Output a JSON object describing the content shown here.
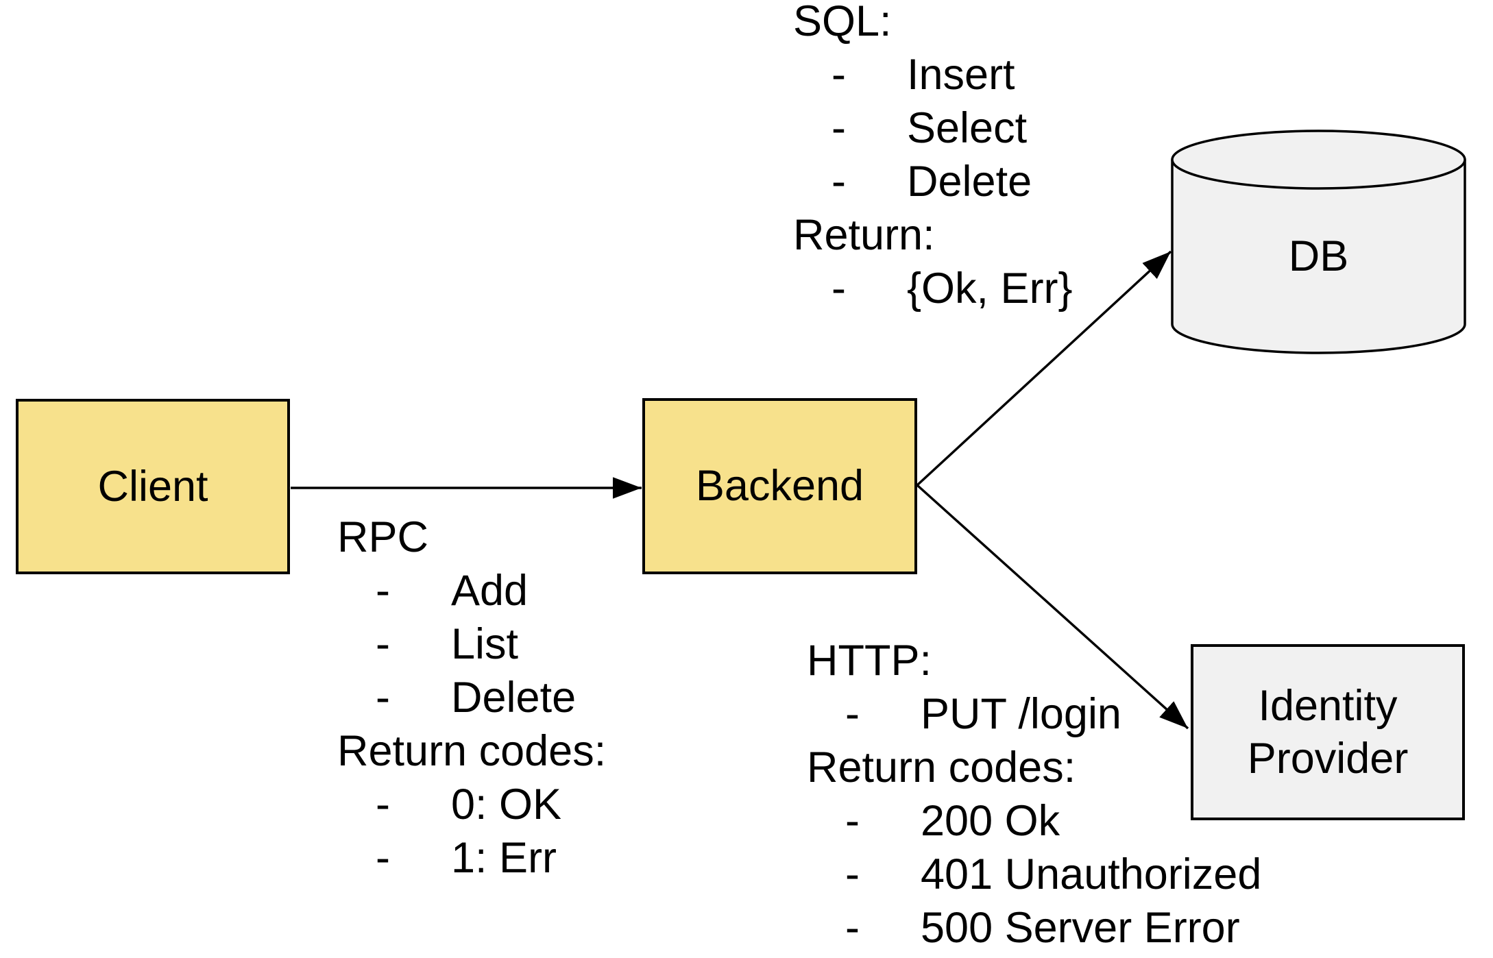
{
  "diagram": {
    "background": "#ffffff",
    "stroke_color": "#000000",
    "text_color": "#000000",
    "bullet_char": "-",
    "nodes": {
      "client": {
        "label": "Client",
        "shape": "rectangle",
        "fill": "#f7e18c"
      },
      "backend": {
        "label": "Backend",
        "shape": "rectangle",
        "fill": "#f7e18c"
      },
      "db": {
        "label": "DB",
        "shape": "cylinder",
        "fill": "#f1f1f1"
      },
      "identity_provider": {
        "label": "Identity Provider",
        "label_lines": {
          "0": "Identity",
          "1": "Provider"
        },
        "shape": "rectangle",
        "fill": "#f1f1f1"
      }
    },
    "edges": [
      {
        "from": "client",
        "to": "backend"
      },
      {
        "from": "backend",
        "to": "db"
      },
      {
        "from": "backend",
        "to": "identity_provider"
      }
    ],
    "annotations": {
      "rpc": {
        "lines": [
          {
            "t": "RPC"
          },
          {
            "t": "Add"
          },
          {
            "t": "List"
          },
          {
            "t": "Delete"
          },
          {
            "t": "Return codes:"
          },
          {
            "t": "0: OK"
          },
          {
            "t": "1: Err"
          }
        ]
      },
      "sql": {
        "lines": [
          {
            "t": "SQL:"
          },
          {
            "t": "Insert"
          },
          {
            "t": "Select"
          },
          {
            "t": "Delete"
          },
          {
            "t": "Return:"
          },
          {
            "t": "{Ok, Err}"
          }
        ]
      },
      "http": {
        "lines": [
          {
            "t": "HTTP:"
          },
          {
            "t": "PUT /login"
          },
          {
            "t": "Return codes:"
          },
          {
            "t": "200 Ok"
          },
          {
            "t": "401 Unauthorized"
          },
          {
            "t": "500 Server Error"
          }
        ]
      }
    }
  }
}
